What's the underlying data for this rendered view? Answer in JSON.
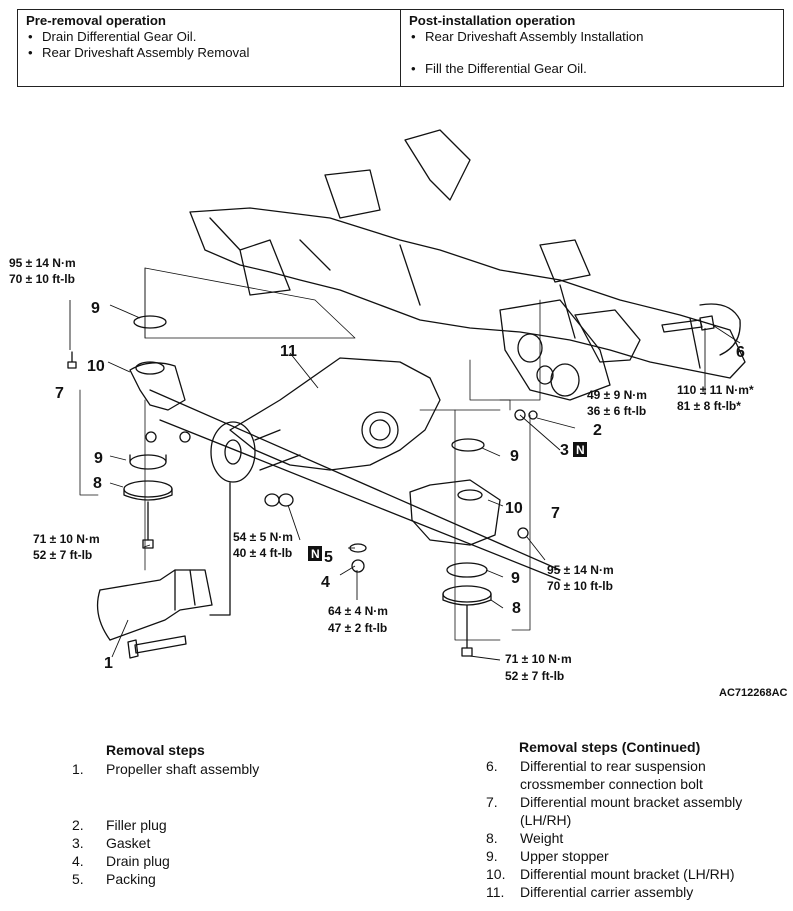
{
  "ops": {
    "pre_title": "Pre-removal operation",
    "pre_items": [
      "Drain Differential Gear Oil.",
      "Rear Driveshaft Assembly Removal"
    ],
    "post_title": "Post-installation operation",
    "post_items": [
      "Rear Driveshaft Assembly Installation",
      "Fill the Differential Gear Oil."
    ]
  },
  "diagram": {
    "code": "AC712268AC",
    "labels": {
      "l1": "1",
      "l3": "3",
      "l4": "4",
      "l5": "5",
      "l6": "6",
      "l7a": "7",
      "l7b": "7",
      "l8a": "8",
      "l8b": "8",
      "l9a": "9",
      "l9b": "9",
      "l9c": "9",
      "l9d": "9",
      "l10a": "10",
      "l10b": "10",
      "l11": "11",
      "l2": "2",
      "n": "N"
    },
    "torques": {
      "t1a": "95 ± 14 N·m",
      "t1b": "70 ± 10 ft-lb",
      "t2a": "71 ± 10 N·m",
      "t2b": "52 ± 7 ft-lb",
      "t3a": "54 ± 5 N·m",
      "t3b": "40 ± 4 ft-lb",
      "t4a": "64 ± 4 N·m",
      "t4b": "47 ± 2 ft-lb",
      "t5a": "49 ± 9 N·m",
      "t5b": "36 ± 6 ft-lb",
      "t6a": "110 ± 11 N·m*",
      "t6b": "81 ± 8 ft-lb*",
      "t7a": "95 ± 14 N·m",
      "t7b": "70 ± 10 ft-lb",
      "t8a": "71 ± 10 N·m",
      "t8b": "52 ± 7 ft-lb"
    }
  },
  "steps_left": {
    "title": "Removal steps",
    "items": [
      {
        "num": "1.",
        "text": "Propeller shaft assembly"
      },
      {
        "num": "2.",
        "text": "Filler plug"
      },
      {
        "num": "3.",
        "text": "Gasket"
      },
      {
        "num": "4.",
        "text": "Drain plug"
      },
      {
        "num": "5.",
        "text": "Packing"
      }
    ]
  },
  "steps_right": {
    "title": "Removal steps (Continued)",
    "items": [
      {
        "num": "6.",
        "text": "Differential to rear suspension crossmember connection bolt"
      },
      {
        "num": "7.",
        "text": "Differential mount bracket assembly (LH/RH)"
      },
      {
        "num": "8.",
        "text": "Weight"
      },
      {
        "num": "9.",
        "text": "Upper stopper"
      },
      {
        "num": "10.",
        "text": "Differential mount bracket (LH/RH)"
      },
      {
        "num": "11.",
        "text": "Differential carrier assembly"
      }
    ]
  }
}
